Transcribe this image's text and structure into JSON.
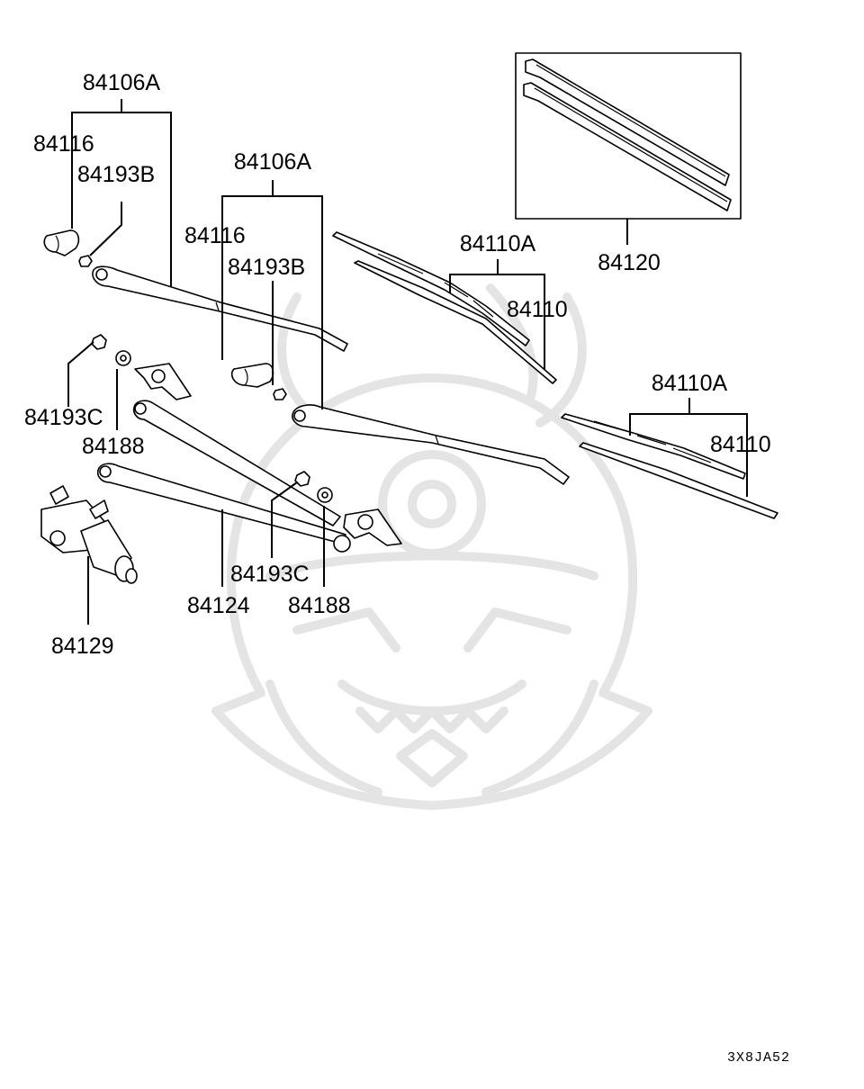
{
  "diagram": {
    "labels": {
      "arm_left_assy": "84106A",
      "arm_left_cap": "84116",
      "arm_left_nut": "84193B",
      "arm_right_assy": "84106A",
      "arm_right_cap": "84116",
      "arm_right_nut": "84193B",
      "blade_center_assy": "84110A",
      "blade_center": "84110",
      "refill_kit": "84120",
      "blade_right_assy": "84110A",
      "blade_right": "84110",
      "pivot_nut_left": "84193C",
      "pivot_washer_left": "84188",
      "pivot_nut_right": "84193C",
      "pivot_washer_right": "84188",
      "linkage": "84124",
      "motor": "84129"
    },
    "diagram_code": "3X8JA52"
  }
}
